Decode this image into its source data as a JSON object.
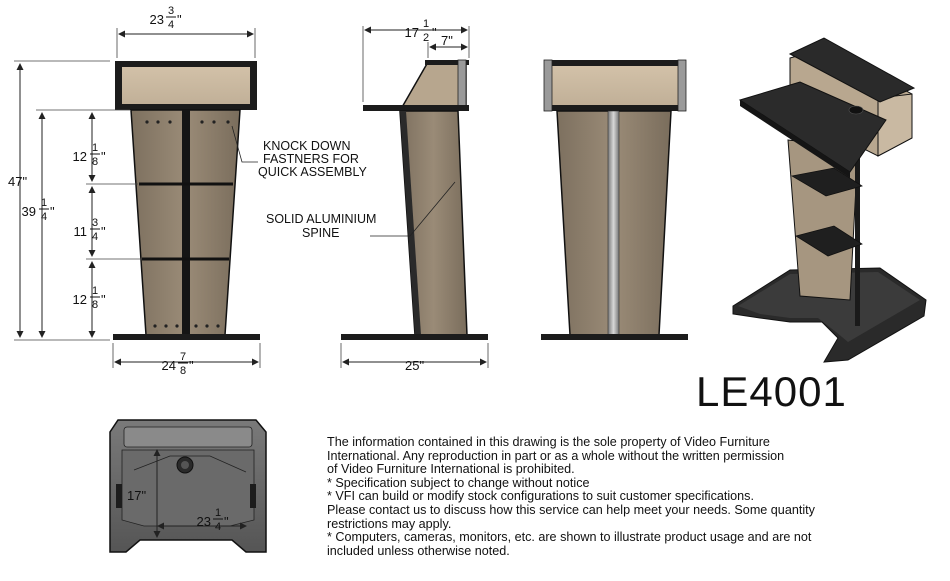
{
  "model": "LE4001",
  "dimensions": {
    "front": {
      "top_width": {
        "whole": "23",
        "num": "3",
        "den": "4"
      },
      "overall_height": "47\"",
      "lower_height": {
        "whole": "39",
        "num": "1",
        "den": "4"
      },
      "section_upper": {
        "whole": "12",
        "num": "1",
        "den": "8"
      },
      "section_middle": {
        "whole": "11",
        "num": "3",
        "den": "4"
      },
      "section_lower": {
        "whole": "12",
        "num": "1",
        "den": "8"
      },
      "base_width": {
        "whole": "24",
        "num": "7",
        "den": "8"
      }
    },
    "side": {
      "top_depth": {
        "whole": "17",
        "num": "1",
        "den": "2"
      },
      "shelf_depth": "7\"",
      "base_depth": "25\""
    },
    "plan": {
      "depth": "17\"",
      "width": {
        "whole": "23",
        "num": "1",
        "den": "4"
      }
    },
    "inch_mark": "\""
  },
  "callouts": {
    "fasteners": [
      "KNOCK DOWN",
      "FASTNERS FOR",
      "QUICK ASSEMBLY"
    ],
    "spine": [
      "SOLID ALUMINIUM",
      "SPINE"
    ]
  },
  "disclaimer": [
    "The information contained in this drawing is the sole property of Video Furniture",
    "International. Any reproduction in part or as a whole without the written permission",
    "of Video Furniture International is prohibited.",
    "* Specification subject to change without notice",
    "* VFI can build or modify stock configurations to suit customer specifications.",
    "Please contact us to discuss how this service can help meet your needs. Some quantity",
    "restrictions may apply.",
    "* Computers, cameras, monitors, etc. are shown to illustrate product usage and are not",
    "included unless otherwise noted."
  ],
  "colors": {
    "panel_wood": "#8c7e6c",
    "panel_light": "#c8b7a0",
    "frame_black": "#1c1c1c",
    "aluminium": "#a9a9a9",
    "plan_grey": "#6b6b6b"
  }
}
